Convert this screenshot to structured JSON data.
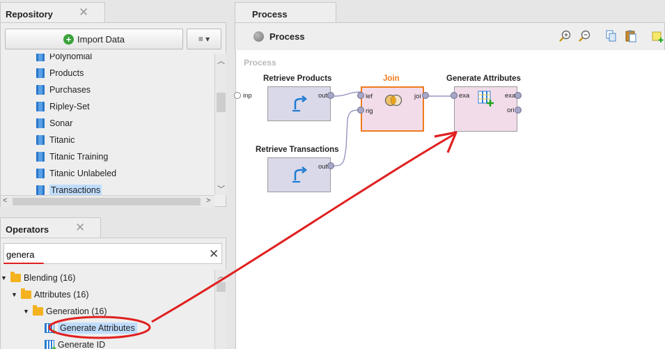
{
  "repository": {
    "tab_title": "Repository",
    "import_label": "Import Data",
    "menu_label": "≡ ▾",
    "items": [
      {
        "label": "Polynomial",
        "selected": false
      },
      {
        "label": "Products",
        "selected": false
      },
      {
        "label": "Purchases",
        "selected": false
      },
      {
        "label": "Ripley-Set",
        "selected": false
      },
      {
        "label": "Sonar",
        "selected": false
      },
      {
        "label": "Titanic",
        "selected": false
      },
      {
        "label": "Titanic Training",
        "selected": false
      },
      {
        "label": "Titanic Unlabeled",
        "selected": false
      },
      {
        "label": "Transactions",
        "selected": true
      }
    ]
  },
  "operators": {
    "tab_title": "Operators",
    "search_value": "genera",
    "tree": [
      {
        "label": "Blending (16)",
        "type": "folder"
      },
      {
        "label": "Attributes (16)",
        "type": "folder"
      },
      {
        "label": "Generation (16)",
        "type": "folder"
      },
      {
        "label": "Generate Attributes",
        "type": "operator",
        "selected": true
      },
      {
        "label": "Generate ID",
        "type": "operator",
        "selected": false
      }
    ]
  },
  "process": {
    "tab_title": "Process",
    "header_title": "Process",
    "canvas_label": "Process",
    "input_port": "inp",
    "operators": [
      {
        "name": "Retrieve Products",
        "ports_out": [
          "out"
        ]
      },
      {
        "name": "Join",
        "ports_in": [
          "lef",
          "rig"
        ],
        "ports_out": [
          "joi"
        ]
      },
      {
        "name": "Generate Attributes",
        "ports_in": [
          "exa"
        ],
        "ports_out": [
          "exa",
          "ori"
        ]
      },
      {
        "name": "Retrieve Transactions",
        "ports_out": [
          "out"
        ]
      }
    ]
  },
  "colors": {
    "join_border": "#f07a1a",
    "join_fill": "#f2dcea",
    "op_fill": "#dad9ea",
    "gen_fill": "#f2dcea",
    "annotation": "#e02020"
  }
}
